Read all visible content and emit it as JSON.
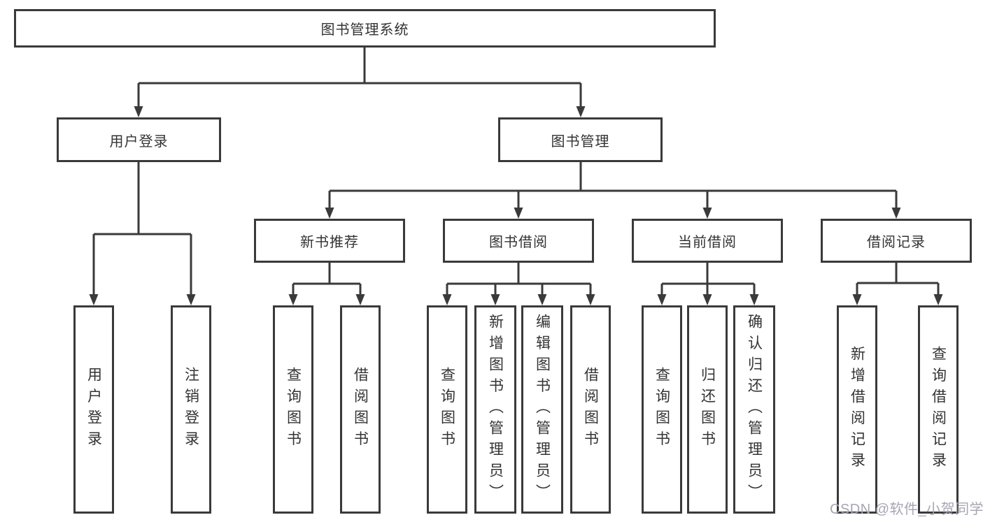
{
  "diagram": {
    "root": {
      "label": "图书管理系统"
    },
    "level2": [
      {
        "label": "用户登录"
      },
      {
        "label": "图书管理"
      }
    ],
    "level3": [
      {
        "label": "新书推荐"
      },
      {
        "label": "图书借阅"
      },
      {
        "label": "当前借阅"
      },
      {
        "label": "借阅记录"
      }
    ],
    "leaves": {
      "user_login": [
        "用户登录",
        "注销登录"
      ],
      "new_book": [
        "查询图书",
        "借阅图书"
      ],
      "book_borrow": [
        "查询图书",
        "新增图书（管理员）",
        "编辑图书（管理员）",
        "借阅图书"
      ],
      "current_borrow": [
        "查询图书",
        "归还图书",
        "确认归还（管理员）"
      ],
      "borrow_records": [
        "新增借阅记录",
        "查询借阅记录"
      ]
    },
    "watermark": "CSDN @软件_小贺同学",
    "colors": {
      "line": "#3a3a3a",
      "text": "#333333",
      "watermark": "#a6a6b4",
      "background": "#ffffff"
    }
  }
}
